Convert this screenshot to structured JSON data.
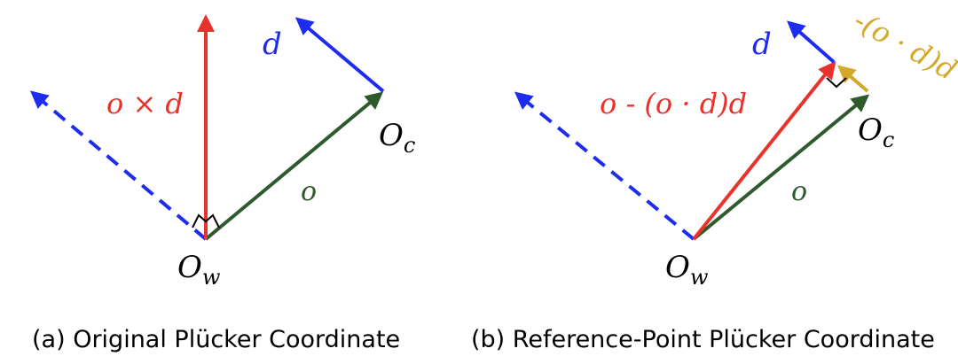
{
  "panel_a": {
    "caption": "(a) Original Plücker Coordinate",
    "label_cross": "o × d",
    "label_d": "d",
    "label_o": "o",
    "label_oc": "O",
    "label_oc_sub": "c",
    "label_ow": "O",
    "label_ow_sub": "w"
  },
  "panel_b": {
    "caption": "(b) Reference-Point Plücker Coordinate",
    "label_ref": "o - (o · d)d",
    "label_proj": "-(o · d)d",
    "label_d": "d",
    "label_o": "o",
    "label_oc": "O",
    "label_oc_sub": "c",
    "label_ow": "O",
    "label_ow_sub": "w"
  },
  "colors": {
    "red": "#e8322b",
    "blue": "#1e2cf0",
    "green": "#2e5a2c",
    "gold": "#d4a92a",
    "black": "#000000"
  }
}
